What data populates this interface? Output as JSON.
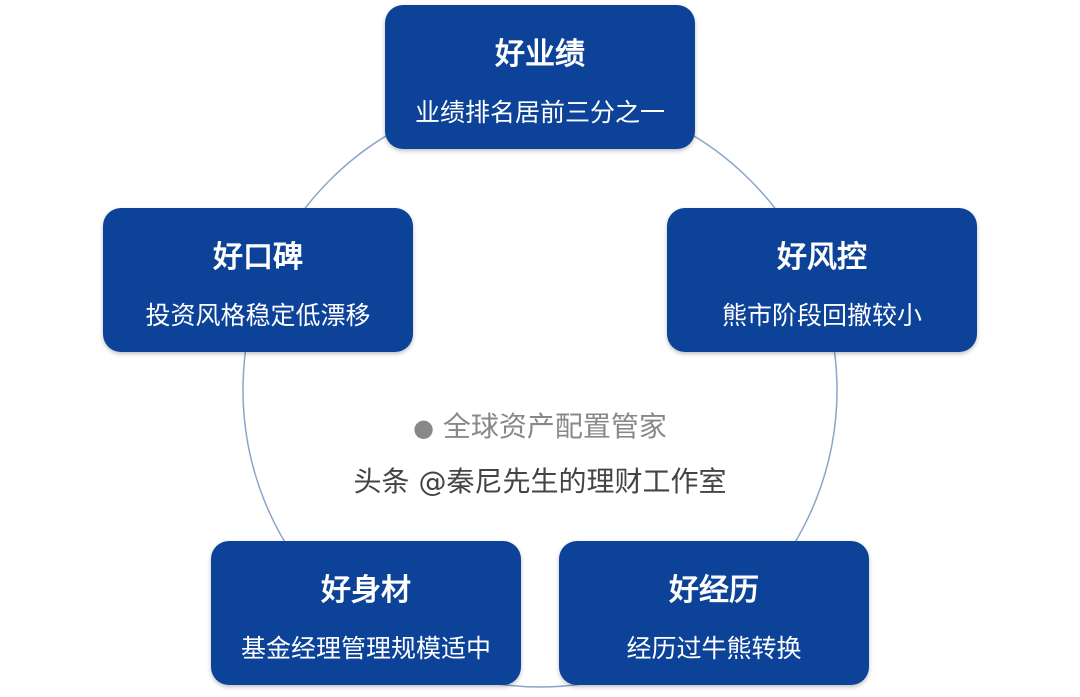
{
  "items": [
    {
      "title": "好业绩",
      "desc": "业绩排名居前三分之一"
    },
    {
      "title": "好风控",
      "desc": "熊市阶段回撤较小"
    },
    {
      "title": "好经历",
      "desc": "经历过牛熊转换"
    },
    {
      "title": "好身材",
      "desc": "基金经理管理规模适中"
    },
    {
      "title": "好口碑",
      "desc": "投资风格稳定低漂移"
    }
  ],
  "watermarks": {
    "wechat": "全球资产配置管家",
    "toutiao": "头条 @秦尼先生的理财工作室"
  },
  "colors": {
    "box": "#0d4299",
    "ring": "#8aa6c8"
  }
}
